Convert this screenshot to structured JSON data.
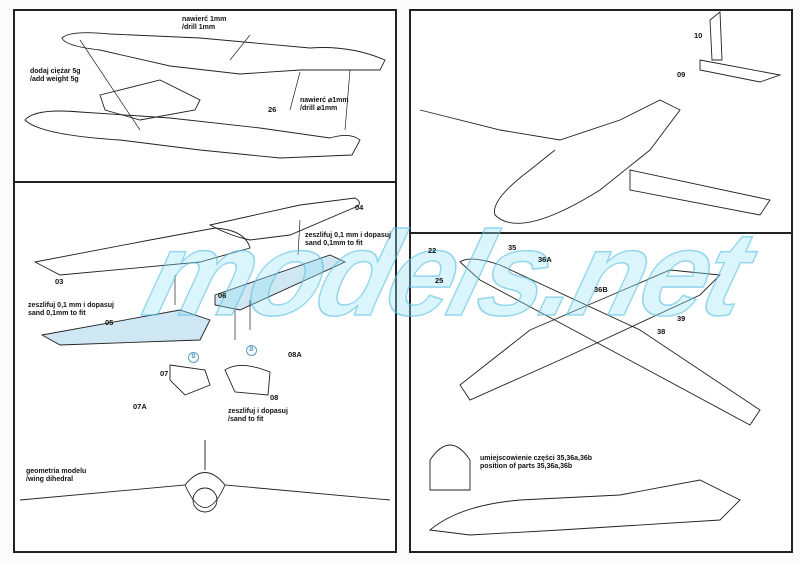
{
  "top_left": {
    "drill_top": [
      "nawierć 1mm",
      "/drill 1mm"
    ],
    "weight": [
      "dodaj ciężar 5g",
      "/add weight 5g"
    ],
    "part_26": "26",
    "drill_right": [
      "nawierć ⌀1mm",
      "/drill ⌀1mm"
    ]
  },
  "wings": {
    "part_03": "03",
    "part_04": "04",
    "part_05": "05",
    "part_06": "06",
    "part_07": "07",
    "part_07a": "07A",
    "part_08": "08",
    "part_08a": "08A",
    "sand_left": [
      "zeszlifuj 0,1 mm  i dopasuj",
      "sand 0,1mm to fit"
    ],
    "sand_right": [
      "zeszlifuj 0,1 mm  i dopasuj",
      "sand 0,1mm to fit"
    ],
    "sand_bottom": [
      "zeszlifuj i dopasuj",
      "/sand to fit"
    ],
    "step_marker": "B"
  },
  "dihedral": [
    "geometria modelu",
    "/wing dihedral"
  ],
  "top_right": {
    "part_09": "09",
    "part_10": "10"
  },
  "bottom_right": {
    "part_22": "22",
    "part_25": "25",
    "part_35": "35",
    "part_36a": "36A",
    "part_36b": "36B",
    "part_38": "38",
    "part_39": "39",
    "position_note": [
      "umiejscowienie części 35,36a,36b",
      "position of parts 35,36a,36b"
    ]
  },
  "watermark": "models.net",
  "colors": {
    "highlight": "#b9dcec",
    "line": "#222222"
  }
}
